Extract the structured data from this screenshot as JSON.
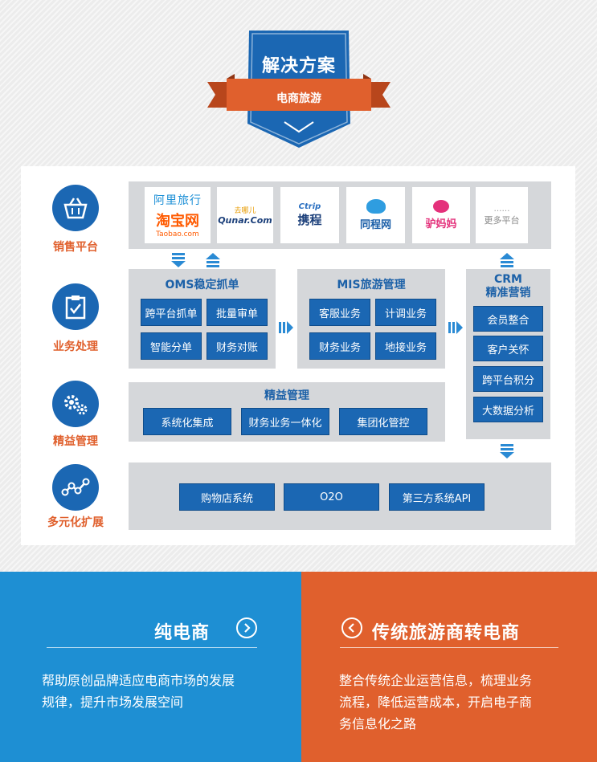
{
  "header": {
    "title": "解决方案",
    "subtitle": "电商旅游"
  },
  "side": {
    "sales": "销售平台",
    "business": "业务处理",
    "lean": "精益管理",
    "expansion": "多元化扩展"
  },
  "platforms": {
    "alitrip": "阿里旅行",
    "taobao": "淘宝网",
    "taobao_url": "Taobao.com",
    "qunar_cn": "去哪儿",
    "qunar": "Qunar.Com",
    "ctrip_en": "Ctrip",
    "ctrip": "携程",
    "tongcheng": "同程网",
    "lvmama": "驴妈妈",
    "more_dots": "……",
    "more": "更多平台"
  },
  "oms": {
    "title": "OMS稳定抓单",
    "items": [
      "跨平台抓单",
      "批量审单",
      "智能分单",
      "财务对账"
    ]
  },
  "mis": {
    "title": "MIS旅游管理",
    "items": [
      "客服业务",
      "计调业务",
      "财务业务",
      "地接业务"
    ]
  },
  "crm": {
    "title_en": "CRM",
    "title_cn": "精准营销",
    "items": [
      "会员整合",
      "客户关怀",
      "跨平台积分",
      "大数据分析"
    ]
  },
  "lean_mgmt": {
    "title": "精益管理",
    "items": [
      "系统化集成",
      "财务业务一体化",
      "集团化管控"
    ]
  },
  "expansion_items": [
    "购物店系统",
    "O2O",
    "第三方系统API"
  ],
  "cards": {
    "left": {
      "title": "纯电商",
      "text_line1": "帮助原创品牌适应电商市场的发展",
      "text_line2": "规律，提升市场发展空间"
    },
    "right": {
      "title": "传统旅游商转电商",
      "text_line1": "整合传统企业运营信息，梳理业务",
      "text_line2": "流程，降低运营成本，开启电子商",
      "text_line3": "务信息化之路"
    }
  },
  "colors": {
    "primary_blue": "#1b67b3",
    "accent_orange": "#e0602d",
    "card_blue": "#1e8fd3",
    "panel_gray": "#d5d7da"
  }
}
